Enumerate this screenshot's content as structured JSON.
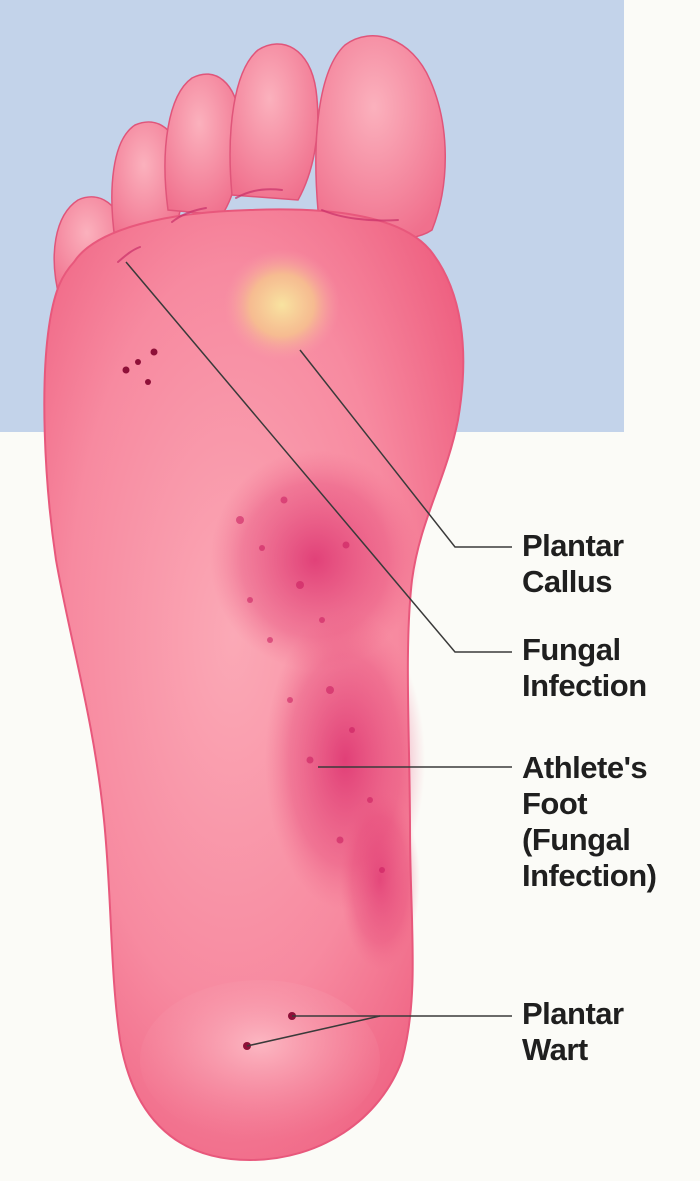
{
  "labels": {
    "plantar_callus": [
      "Plantar",
      "Callus"
    ],
    "fungal_infection": [
      "Fungal",
      "Infection"
    ],
    "athletes_foot": [
      "Athlete's",
      "Foot",
      "(Fungal",
      "Infection)"
    ],
    "plantar_wart": [
      "Plantar",
      "Wart"
    ]
  },
  "colors": {
    "backdrop_blue": "#c3d3ea",
    "backdrop_white": "#fbfbf7",
    "skin": "#f47890",
    "skin_light": "#fba9b6",
    "rash": "#dd2a6a",
    "callus": "#f8d68e",
    "leader_line": "#3a3a3a"
  }
}
